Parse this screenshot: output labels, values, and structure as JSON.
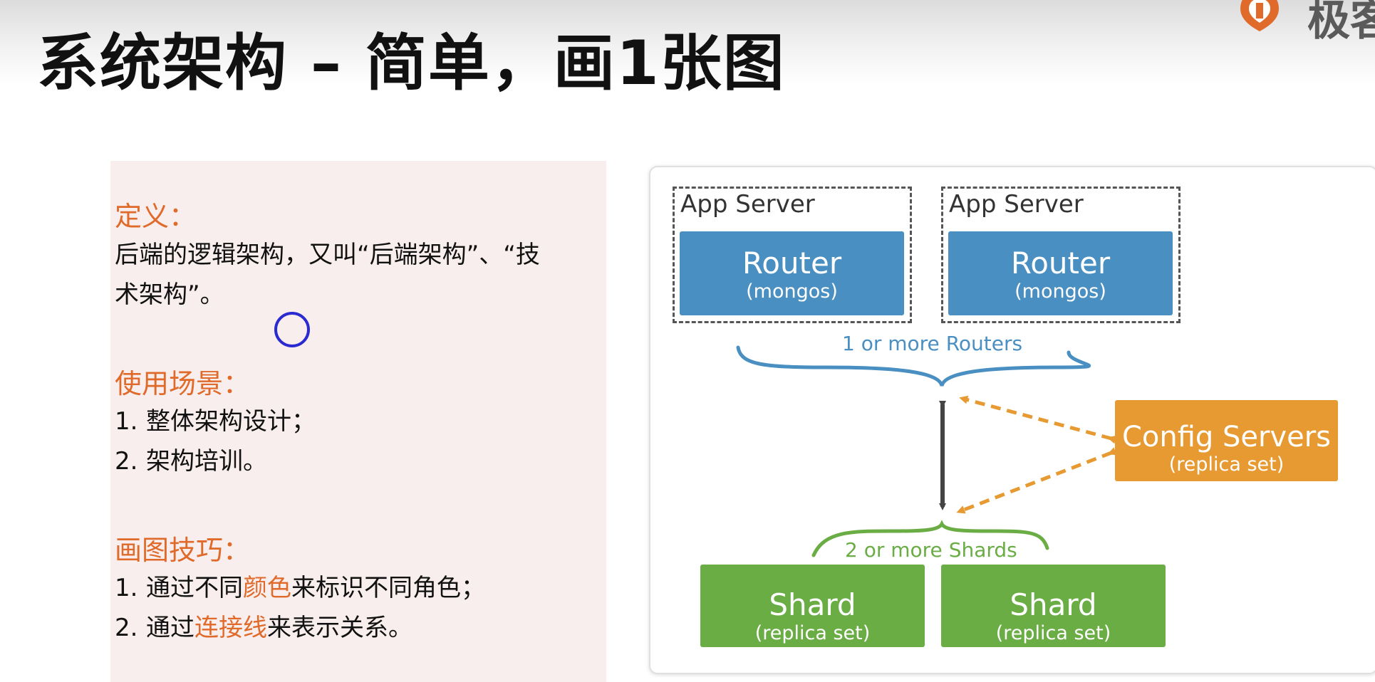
{
  "header": {
    "title": "系统架构 – 简单，画1张图",
    "brand_text": "极客",
    "brand_color": "#e06a2a"
  },
  "left_panel": {
    "definition": {
      "heading": "定义：",
      "lines": [
        "后端的逻辑架构，又叫“后端架构”、“技",
        "术架构”。"
      ]
    },
    "scenarios": {
      "heading": "使用场景：",
      "items": [
        {
          "num": "1.",
          "text": "整体架构设计；"
        },
        {
          "num": "2.",
          "text": "架构培训。"
        }
      ]
    },
    "tips": {
      "heading": "画图技巧：",
      "items": [
        {
          "num": "1.",
          "pre": "通过不同",
          "highlight": "颜色",
          "post": "来标识不同角色；"
        },
        {
          "num": "2.",
          "pre": "通过",
          "highlight": "连接线",
          "post": "来表示关系。"
        }
      ]
    }
  },
  "diagram": {
    "app_servers": [
      {
        "label": "App Server",
        "router_title": "Router",
        "router_sub": "(mongos)"
      },
      {
        "label": "App Server",
        "router_title": "Router",
        "router_sub": "(mongos)"
      }
    ],
    "routers_caption": "1 or more Routers",
    "config": {
      "title": "Config Servers",
      "sub": "(replica set)"
    },
    "shards_caption": "2 or more Shards",
    "shards": [
      {
        "title": "Shard",
        "sub": "(replica set)"
      },
      {
        "title": "Shard",
        "sub": "(replica set)"
      }
    ],
    "colors": {
      "router": "#4a8fc2",
      "shard": "#6aad45",
      "config": "#e79a31",
      "connector": "#444444"
    }
  }
}
